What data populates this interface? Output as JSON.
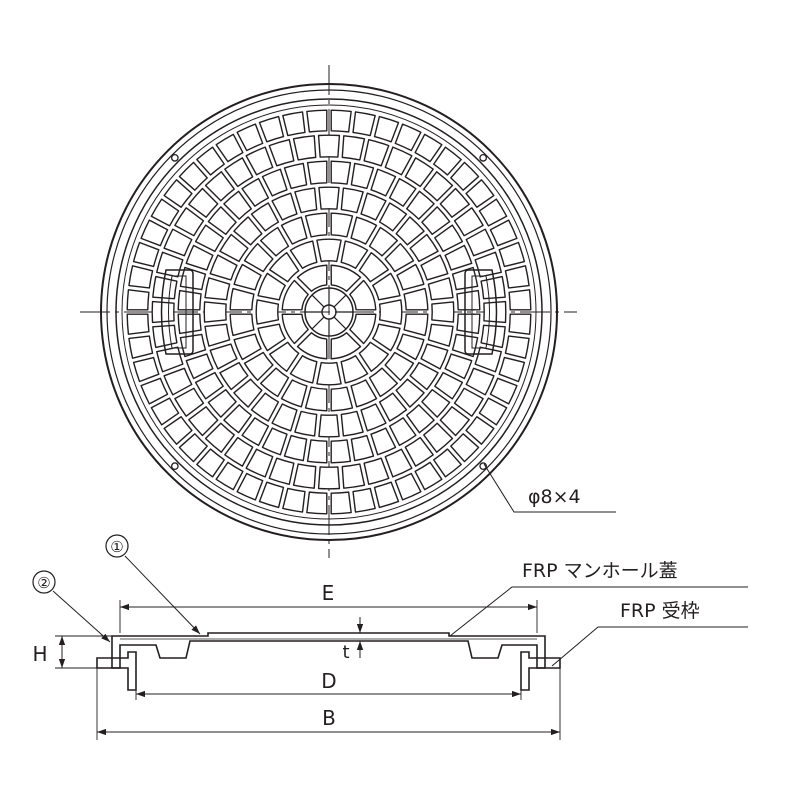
{
  "labels": {
    "hole_note": "φ8×4",
    "part_1": "①",
    "part_2": "②",
    "cover": "FRP マンホール蓋",
    "frame": "FRP 受枠",
    "dim_E": "E",
    "dim_D": "D",
    "dim_B": "B",
    "dim_H": "H",
    "dim_t": "t"
  },
  "colors": {
    "line": "#231f20",
    "background": "#ffffff"
  },
  "pattern": {
    "rings": [
      {
        "count": 8
      },
      {
        "count": 16
      },
      {
        "count": 24
      },
      {
        "count": 32
      },
      {
        "count": 40
      },
      {
        "count": 44
      },
      {
        "count": 52
      }
    ],
    "bolt_holes": 4
  }
}
